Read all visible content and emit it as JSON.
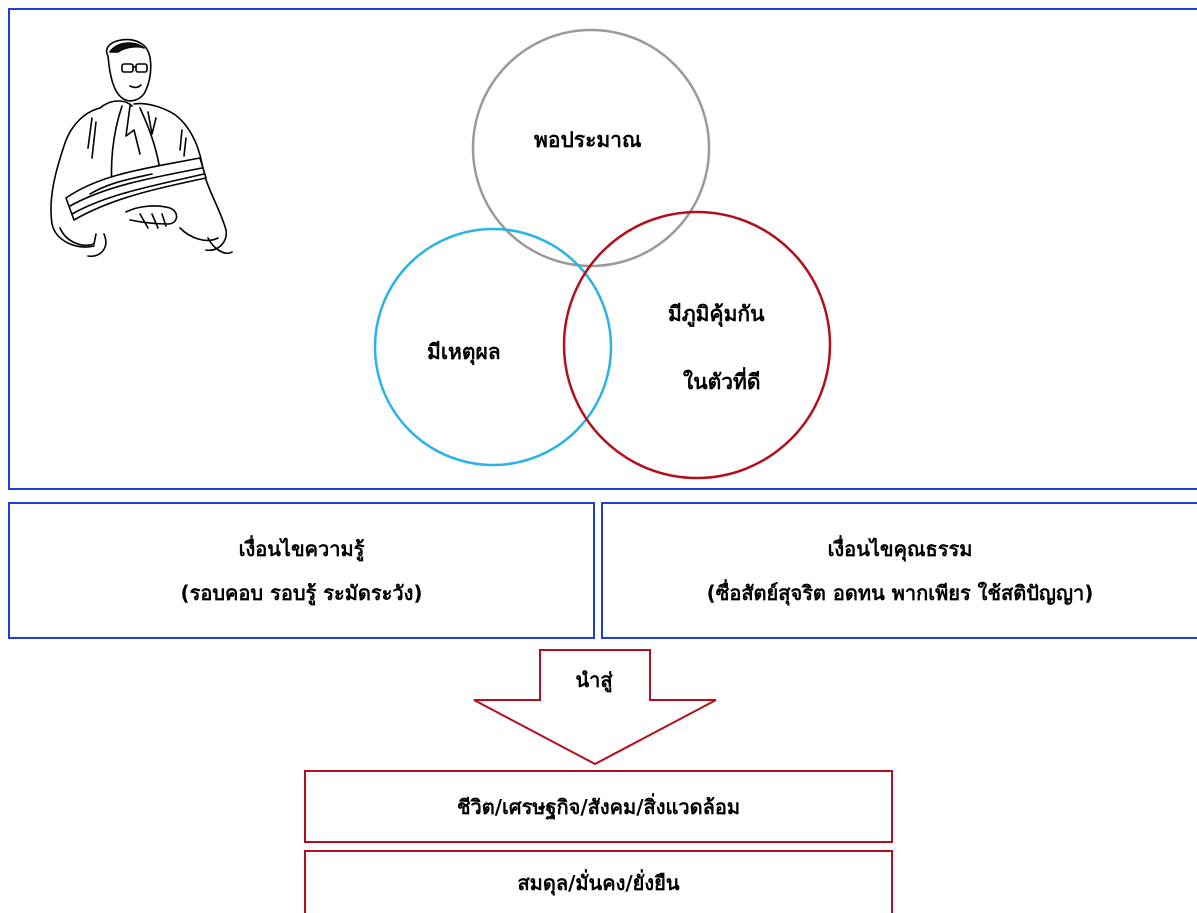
{
  "venn": {
    "top_label": "พอประมาณ",
    "left_label": "มีเหตุผล",
    "right_label_line1": "มีภูมิคุ้มกัน",
    "right_label_line2": "ในตัวที่ดี"
  },
  "conditions": {
    "knowledge_title": "เงื่อนไขความรู้",
    "knowledge_detail": "(รอบคอบ รอบรู้ ระมัดระวัง)",
    "morality_title": "เงื่อนไขคุณธรรม",
    "morality_detail": "(ซื่อสัตย์สุจริต อดทน พากเพียร ใช้สติปัญญา)"
  },
  "arrow": {
    "label": "นำสู่"
  },
  "results": {
    "first": "ชีวิต/เศรษฐกิจ/สังคม/สิ่งแวดล้อม",
    "second": "สมดุล/มั่นคง/ยั่งยืน"
  },
  "colors": {
    "frame_blue": "#1f3fd6",
    "circle_top": "#9a9a9a",
    "circle_left": "#2ab3e6",
    "circle_right": "#b40e1a",
    "result_border": "#b40e1a"
  }
}
